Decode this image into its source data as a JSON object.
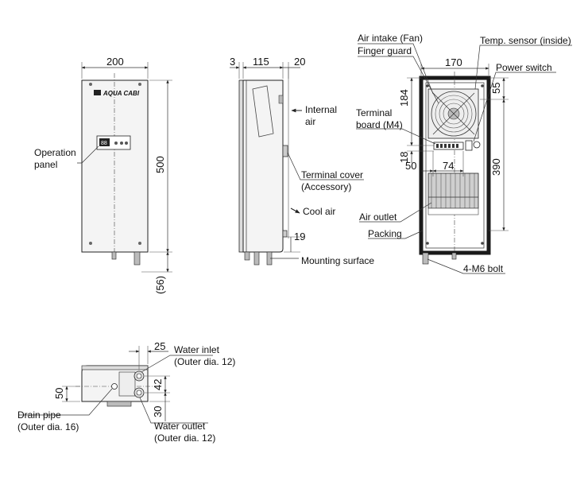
{
  "front_view": {
    "width_dim": "200",
    "height_dim": "500",
    "pipe_dim": "(56)",
    "logo_text": "AQUA CABI",
    "display_text": "88",
    "operation_panel_label": "Operation\npanel"
  },
  "side_view": {
    "dim_3": "3",
    "dim_115": "115",
    "dim_20": "20",
    "dim_19": "19",
    "internal_air_label": "Internal\nair",
    "terminal_cover_label": "Terminal cover\n(Accessory)",
    "cool_air_label": "Cool air",
    "mounting_surface_label": "Mounting surface"
  },
  "rear_view": {
    "air_intake_label": "Air intake (Fan)",
    "finger_guard_label": "Finger guard",
    "temp_sensor_label": "Temp. sensor (inside)",
    "power_switch_label": "Power switch",
    "terminal_board_label": "Terminal\nboard (M4)",
    "air_outlet_label": "Air outlet",
    "packing_label": "Packing",
    "bolt_label": "4-M6 bolt",
    "dim_170": "170",
    "dim_184": "184",
    "dim_55": "55",
    "dim_18": "18",
    "dim_390": "390",
    "dim_50": "50",
    "dim_74": "74"
  },
  "bottom_view": {
    "dim_25": "25",
    "dim_50": "50",
    "dim_42": "42",
    "dim_30": "30",
    "water_inlet_label": "Water inlet\n(Outer dia. 12)",
    "water_outlet_label": "Water outlet\n(Outer dia. 12)",
    "drain_pipe_label": "Drain pipe\n(Outer dia. 16)"
  }
}
